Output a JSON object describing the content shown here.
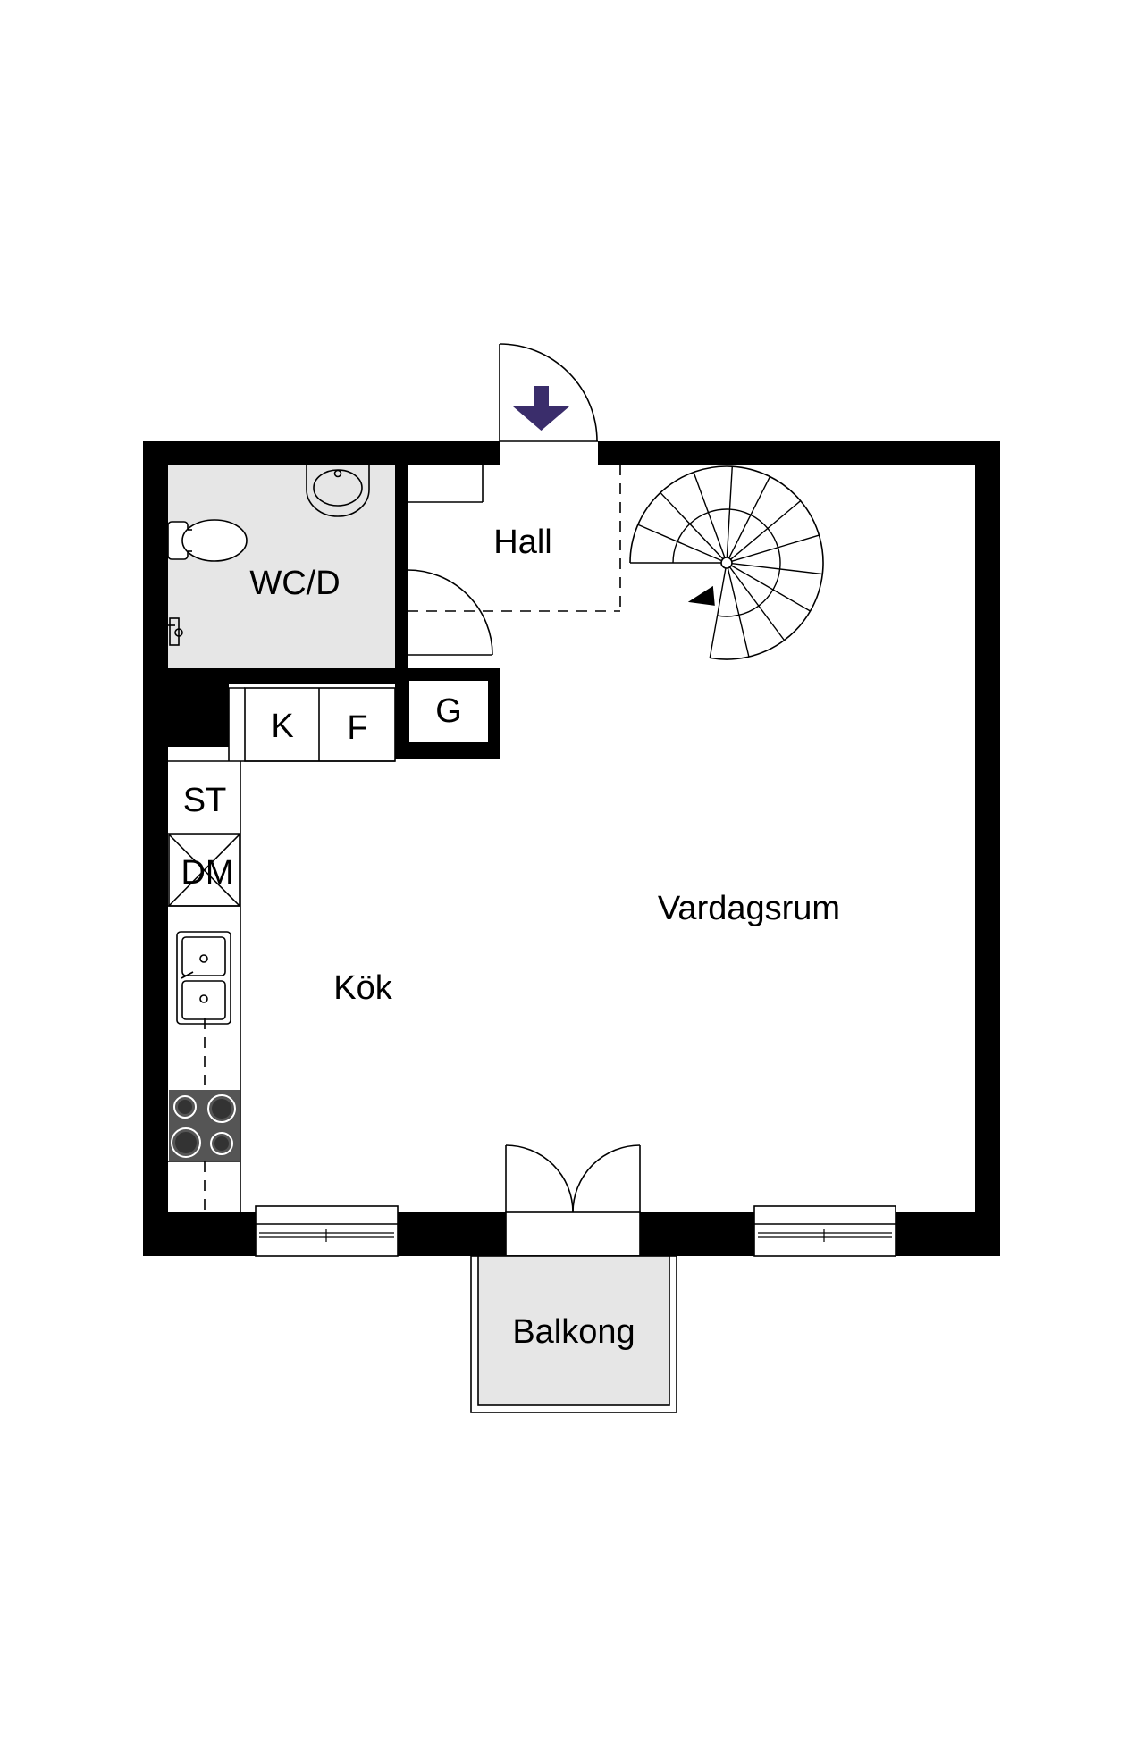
{
  "rooms": {
    "hall": "Hall",
    "wc": "WC/D",
    "kok": "Kök",
    "vardagsrum": "Vardagsrum",
    "balkong": "Balkong"
  },
  "appliances": {
    "k": "K",
    "f": "F",
    "g": "G",
    "st": "ST",
    "dm": "DM"
  },
  "colors": {
    "wall": "#000000",
    "wet_room_fill": "#e6e6e6",
    "balcony_fill": "#e6e6e6",
    "stove_fill": "#555555",
    "entrance_arrow": "#3a2d6b"
  },
  "icons": {
    "entrance": "entrance-arrow-icon",
    "stairs": "spiral-stair-icon",
    "toilet": "toilet-icon",
    "washbasin": "washbasin-icon",
    "sink": "kitchen-sink-icon",
    "stove": "stove-icon"
  }
}
